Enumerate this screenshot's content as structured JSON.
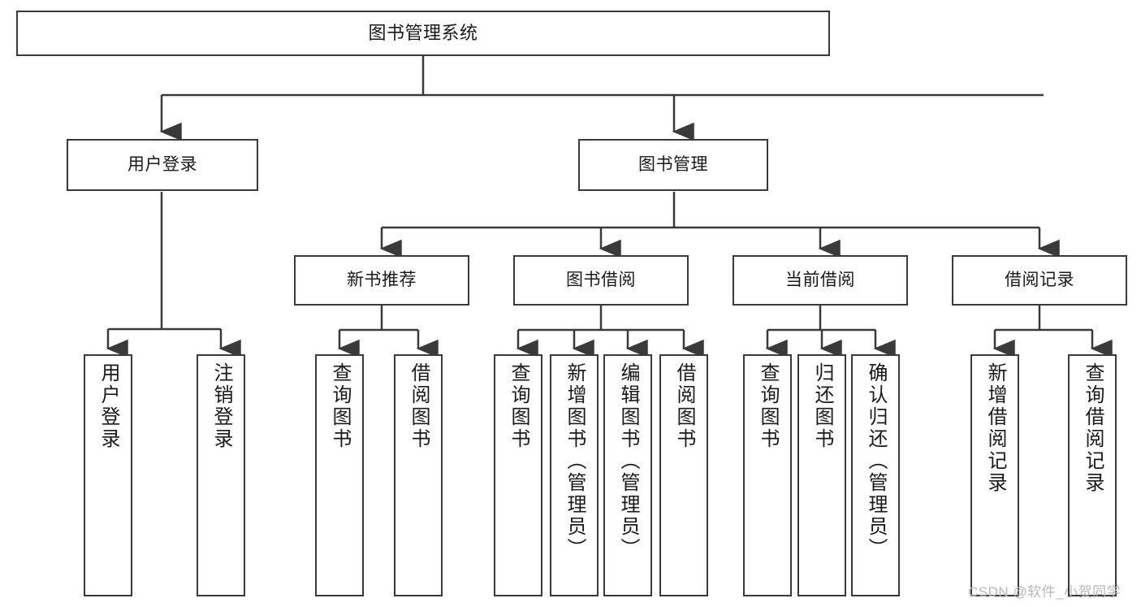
{
  "diagram": {
    "title": "图书管理系统",
    "type": "tree-hierarchy-chart",
    "watermark": "CSDN @软件_小贺同学",
    "colors": {
      "box_border": "#3a3a3a",
      "box_fill": "#ffffff",
      "edge": "#3a3a3a",
      "text": "#1a1a1a",
      "watermark": "#b9b9b9",
      "background": "#ffffff"
    }
  },
  "nodes": {
    "root": {
      "label": "图书管理系统"
    },
    "level1": [
      {
        "label": "用户登录"
      },
      {
        "label": "图书管理"
      }
    ],
    "level2": [
      {
        "label": "新书推荐"
      },
      {
        "label": "图书借阅"
      },
      {
        "label": "当前借阅"
      },
      {
        "label": "借阅记录"
      }
    ],
    "leaves": {
      "user_login": [
        {
          "label": "用户登录"
        },
        {
          "label": "注销登录"
        }
      ],
      "new_book": [
        {
          "label": "查询图书"
        },
        {
          "label": "借阅图书"
        }
      ],
      "book_borrow": [
        {
          "label": "查询图书"
        },
        {
          "label": "新增图书（管理员）"
        },
        {
          "label": "编辑图书（管理员）"
        },
        {
          "label": "借阅图书"
        }
      ],
      "current_borrow": [
        {
          "label": "查询图书"
        },
        {
          "label": "归还图书"
        },
        {
          "label": "确认归还（管理员）"
        }
      ],
      "borrow_record": [
        {
          "label": "新增借阅记录"
        },
        {
          "label": "查询借阅记录"
        }
      ]
    }
  }
}
